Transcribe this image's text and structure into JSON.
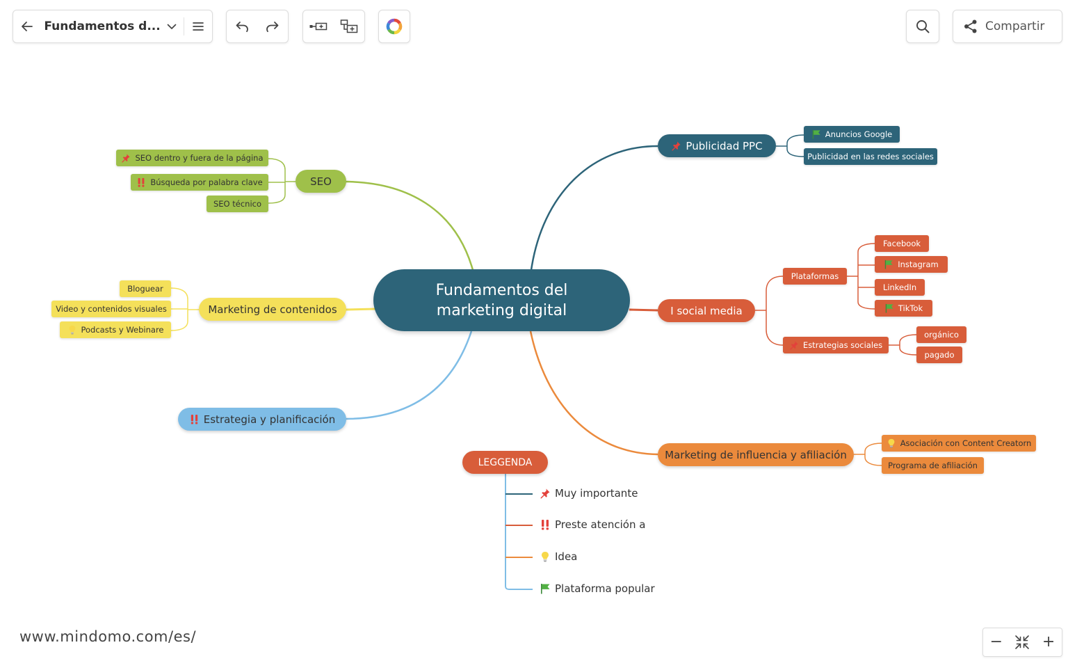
{
  "toolbar": {
    "doc_title": "Fundamentos d...",
    "share_label": "Compartir"
  },
  "map": {
    "central": {
      "line1": "Fundamentos del",
      "line2": "marketing digital"
    },
    "seo": {
      "label": "SEO",
      "children": [
        "SEO dentro y fuera de la página",
        "Búsqueda por palabra clave",
        "SEO técnico"
      ]
    },
    "content": {
      "label": "Marketing de contenidos",
      "children": [
        "Bloguear",
        "Video y contenidos visuales",
        "Podcasts y Webinare"
      ]
    },
    "strategy": {
      "label": "Estrategia y planificación"
    },
    "ppc": {
      "label": "Publicidad PPC",
      "children": [
        "Anuncios Google",
        "Publicidad en las redes sociales"
      ]
    },
    "social": {
      "label": "I social media",
      "platforms": {
        "label": "Plataformas",
        "children": [
          "Facebook",
          "Instagram",
          "LinkedIn",
          "TikTok"
        ]
      },
      "strategies": {
        "label": "Estrategias sociales",
        "children": [
          "orgánico",
          "pagado"
        ]
      }
    },
    "influence": {
      "label": "Marketing de influencia y afiliación",
      "children": [
        "Asociación con Content Creatorn",
        "Programa de afiliación"
      ]
    },
    "legend": {
      "title": "LEGGENDA",
      "items": [
        "Muy importante",
        "Preste atención a",
        "Idea",
        "Plataforma popular"
      ]
    }
  },
  "footer": {
    "url": "www.mindomo.com/es/"
  },
  "zoom": {
    "minus": "−",
    "plus": "+"
  },
  "colors": {
    "navy": "#2d6479",
    "green": "#9fc04a",
    "yellow": "#f4e05a",
    "blue": "#7fbde6",
    "red": "#d85d3a",
    "orange": "#eb8a3c"
  }
}
